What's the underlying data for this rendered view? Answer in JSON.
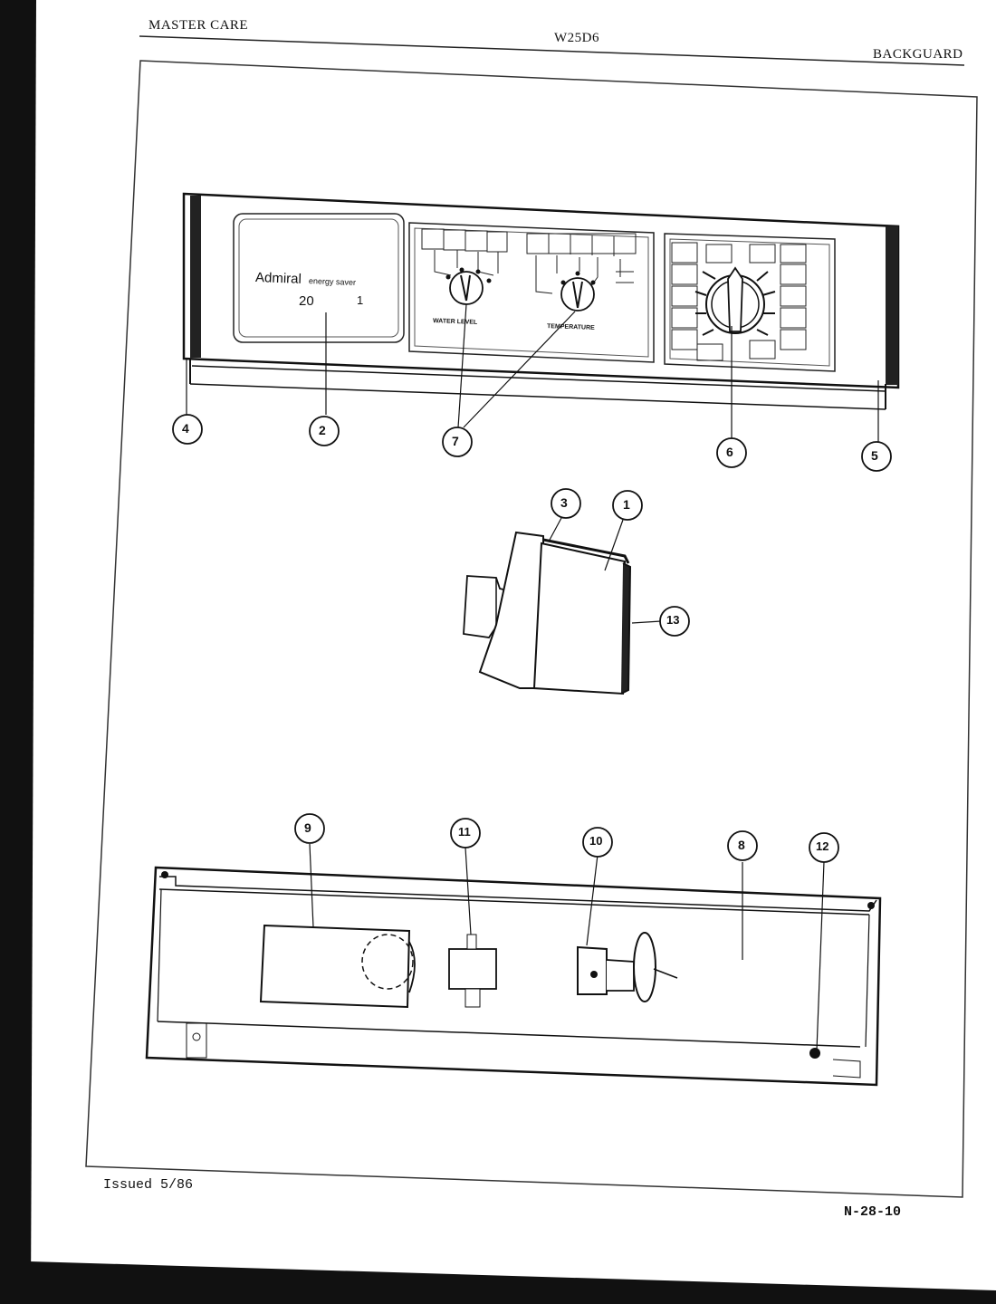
{
  "header": {
    "brand": "MASTER CARE",
    "model": "W25D6",
    "section": "BACKGUARD"
  },
  "footer": {
    "issued": "Issued 5/86",
    "page_code": "N-28-10"
  },
  "panel": {
    "brand_text": "Admiral",
    "brand_sub": "energy saver",
    "model_num": "20",
    "model_num2": "1",
    "water_level_label": "WATER LEVEL",
    "temperature_label": "TEMPERATURE"
  },
  "callouts": [
    "1",
    "2",
    "3",
    "4",
    "5",
    "6",
    "7",
    "8",
    "9",
    "10",
    "11",
    "12",
    "13"
  ]
}
